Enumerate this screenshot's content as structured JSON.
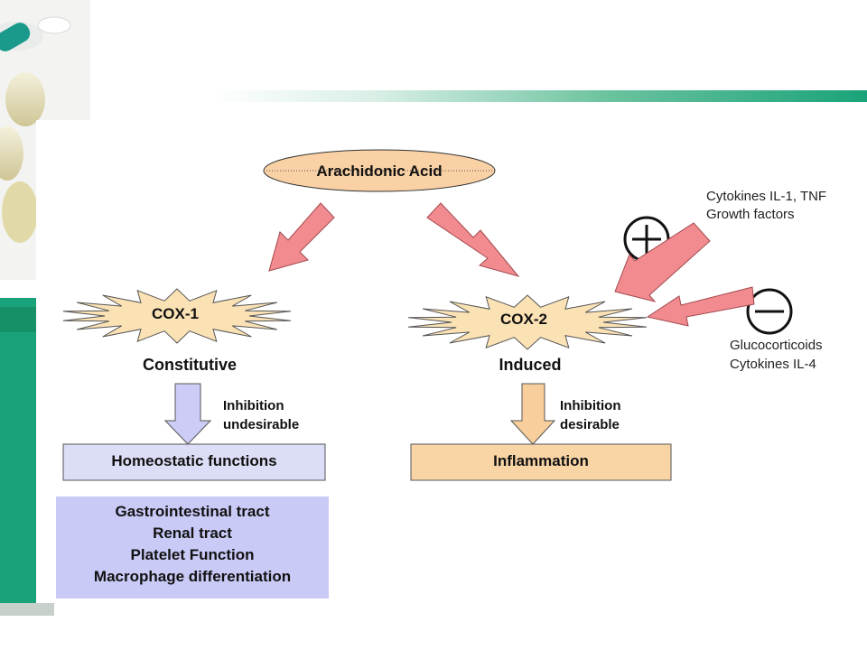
{
  "substrate": "Arachidonic Acid",
  "cox1": {
    "name": "COX-1",
    "type": "Constitutive",
    "inhibition_line1": "Inhibition",
    "inhibition_line2": "undesirable",
    "outcome": "Homeostatic functions",
    "functions": [
      "Gastrointestinal tract",
      "Renal tract",
      "Platelet Function",
      "Macrophage differentiation"
    ]
  },
  "cox2": {
    "name": "COX-2",
    "type": "Induced",
    "inhibition_line1": "Inhibition",
    "inhibition_line2": "desirable",
    "outcome": "Inflammation"
  },
  "inducers": {
    "symbol": "+",
    "line1": "Cytokines IL-1, TNF",
    "line2": "Growth factors"
  },
  "suppressors": {
    "symbol": "−",
    "line1": "Glucocorticoids",
    "line2": "Cytokines IL-4"
  },
  "colors": {
    "oval_fill": "#f9d1a5",
    "star_fill": "#fbe2b5",
    "red_arrow": "#f28b8f",
    "blue_arrow": "#ccccf6",
    "orange_arrow": "#f8cf9c",
    "outcome1_fill": "#dcddf6",
    "outcome2_fill": "#f9d5a6",
    "functions_fill": "#c9caf6",
    "teal": "#1aa37a"
  }
}
